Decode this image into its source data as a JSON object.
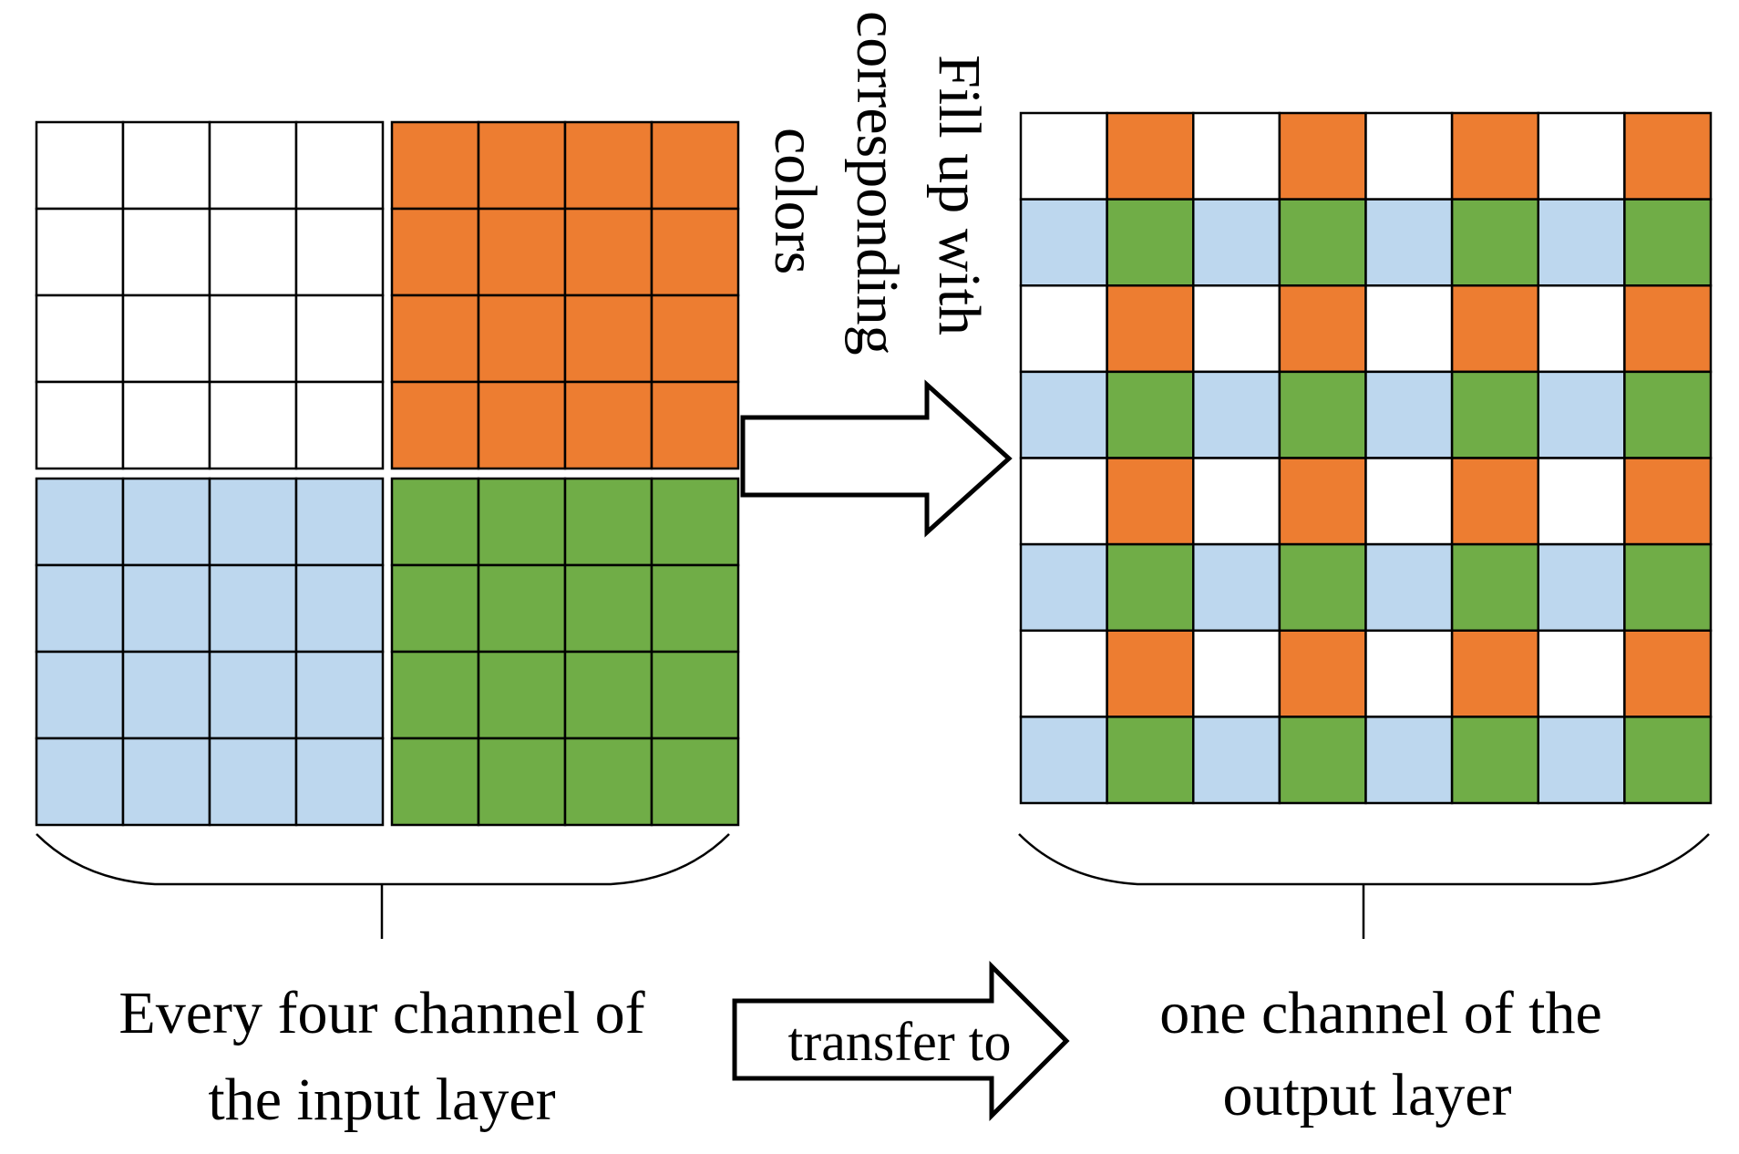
{
  "colors": {
    "white": "#ffffff",
    "orange": "#ED7D31",
    "light_blue": "#BDD7EE",
    "green": "#70AD47",
    "grid_line": "#000000"
  },
  "input_layer": {
    "channels": [
      {
        "color": "white",
        "rows": 4,
        "cols": 4
      },
      {
        "color": "orange",
        "rows": 4,
        "cols": 4
      },
      {
        "color": "light_blue",
        "rows": 4,
        "cols": 4
      },
      {
        "color": "green",
        "rows": 4,
        "cols": 4
      }
    ]
  },
  "output_layer": {
    "rows": 8,
    "cols": 8,
    "pattern": [
      [
        "white",
        "orange"
      ],
      [
        "light_blue",
        "green"
      ]
    ]
  },
  "labels": {
    "fill_up": [
      "Fill up with",
      "corresponding",
      "colors"
    ],
    "input": [
      "Every four channel of",
      "the input layer"
    ],
    "transfer": "transfer to",
    "output": [
      "one channel of the",
      "output layer"
    ]
  }
}
